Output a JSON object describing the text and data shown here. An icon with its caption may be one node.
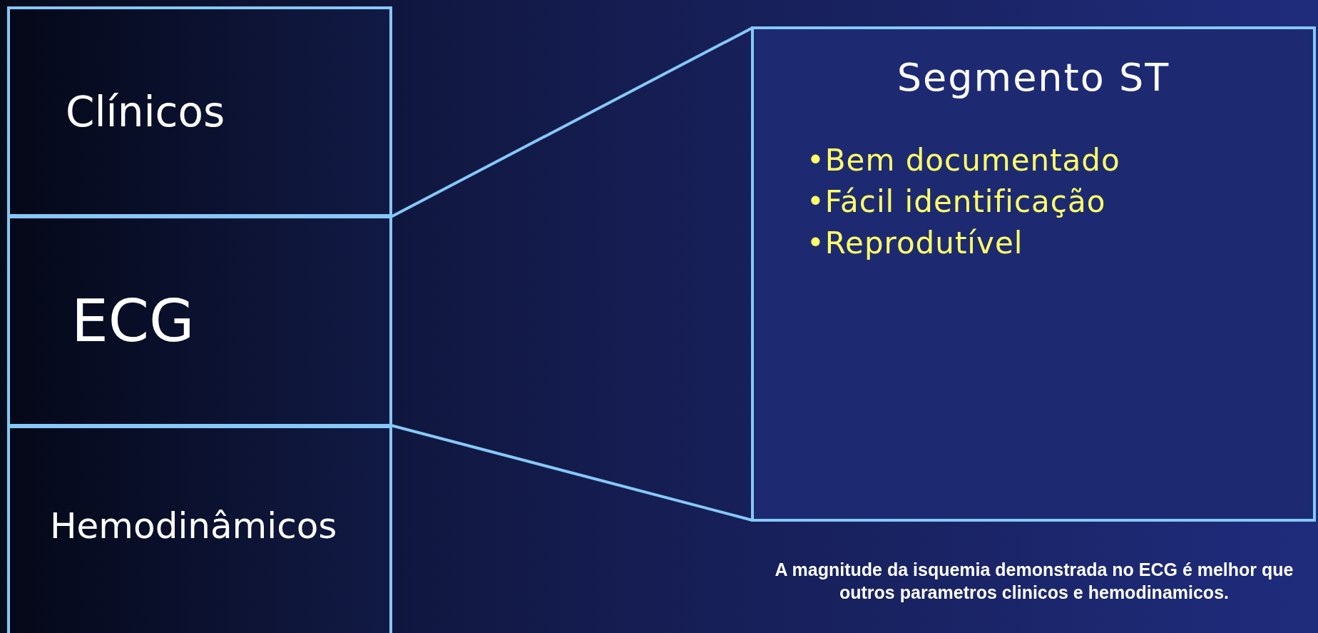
{
  "diagram": {
    "nodes": [
      {
        "text": [
          "Clínicos"
        ]
      },
      {
        "text": [
          "ECG"
        ]
      },
      {
        "text": [
          "Hemodinâmicos"
        ]
      },
      {
        "text": [
          "Segmento ST",
          "•Bem documentado",
          "•Fácil identificação",
          "•Reprodutível"
        ]
      }
    ],
    "edges": [
      {
        "from": 1,
        "to": 3,
        "arrow": "none"
      },
      {
        "from": 1,
        "to": 3,
        "arrow": "none"
      }
    ],
    "caption": "A magnitude da isquemia demonstrada no ECG é melhor que outros parametros clinicos e hemodinamicos."
  }
}
